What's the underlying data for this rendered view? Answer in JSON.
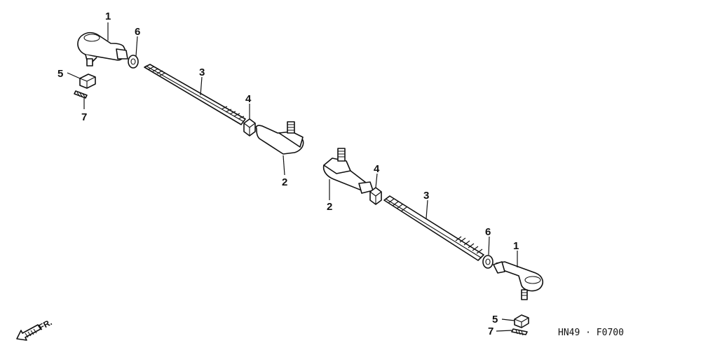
{
  "callouts": {
    "tie_rod_end_left": "1",
    "lock_nut_left": "6",
    "castle_nut_left": "5",
    "cotter_pin_left": "7",
    "tie_rod_left": "3",
    "adjust_nut_left": "4",
    "ball_joint_left": "2",
    "ball_joint_right": "2",
    "adjust_nut_right": "4",
    "tie_rod_right": "3",
    "lock_nut_right": "6",
    "tie_rod_end_right": "1",
    "castle_nut_right": "5",
    "cotter_pin_right": "7"
  },
  "direction_label": "FR.",
  "figure_code": "HN49 · F0700"
}
